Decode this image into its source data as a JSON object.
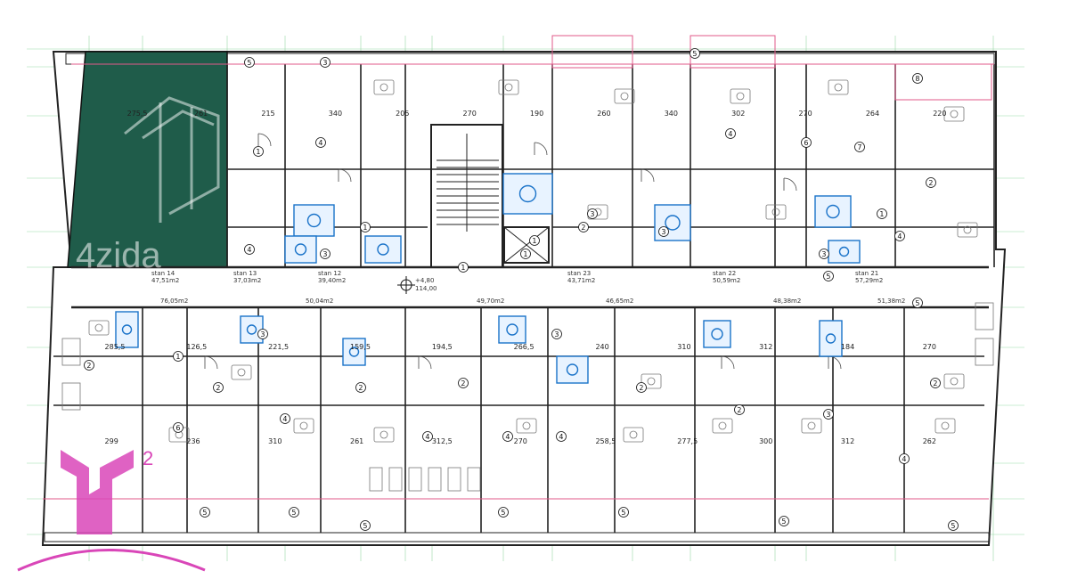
{
  "watermark": {
    "text": "4zida",
    "superscript": "2",
    "color": "#d946b8"
  },
  "highlight_color": "#1f5c4a",
  "unit_labels": [
    {
      "name": "stan 14",
      "area": "47,51m2"
    },
    {
      "name": "stan 13",
      "area": "37,03m2"
    },
    {
      "name": "stan 12",
      "area": "39,40m2"
    },
    {
      "name": "stan 23",
      "area": "43,71m2"
    },
    {
      "name": "stan 22",
      "area": "50,59m2"
    },
    {
      "name": "stan 21",
      "area": "57,29m2"
    }
  ],
  "lower_areas": [
    "76,05m2",
    "50,04m2",
    "49,70m2",
    "46,65m2",
    "48,38m2",
    "51,38m2"
  ],
  "level": {
    "mark": "+4,80",
    "abs": "114,00"
  },
  "dimensions_top": [
    "275,5",
    "261",
    "215",
    "340",
    "205",
    "270",
    "190",
    "260",
    "340",
    "302",
    "270",
    "264",
    "220"
  ],
  "dimensions_mid": [
    "285,5",
    "126,5",
    "221,5",
    "159,5",
    "194,5",
    "266,5",
    "240",
    "310",
    "312",
    "184",
    "270"
  ],
  "dimensions_bottom": [
    "299",
    "236",
    "310",
    "261",
    "312,5",
    "270",
    "258,5",
    "277,5",
    "300",
    "312",
    "262"
  ],
  "room_numbers": [
    "1",
    "2",
    "3",
    "4",
    "5",
    "6",
    "7",
    "8"
  ]
}
